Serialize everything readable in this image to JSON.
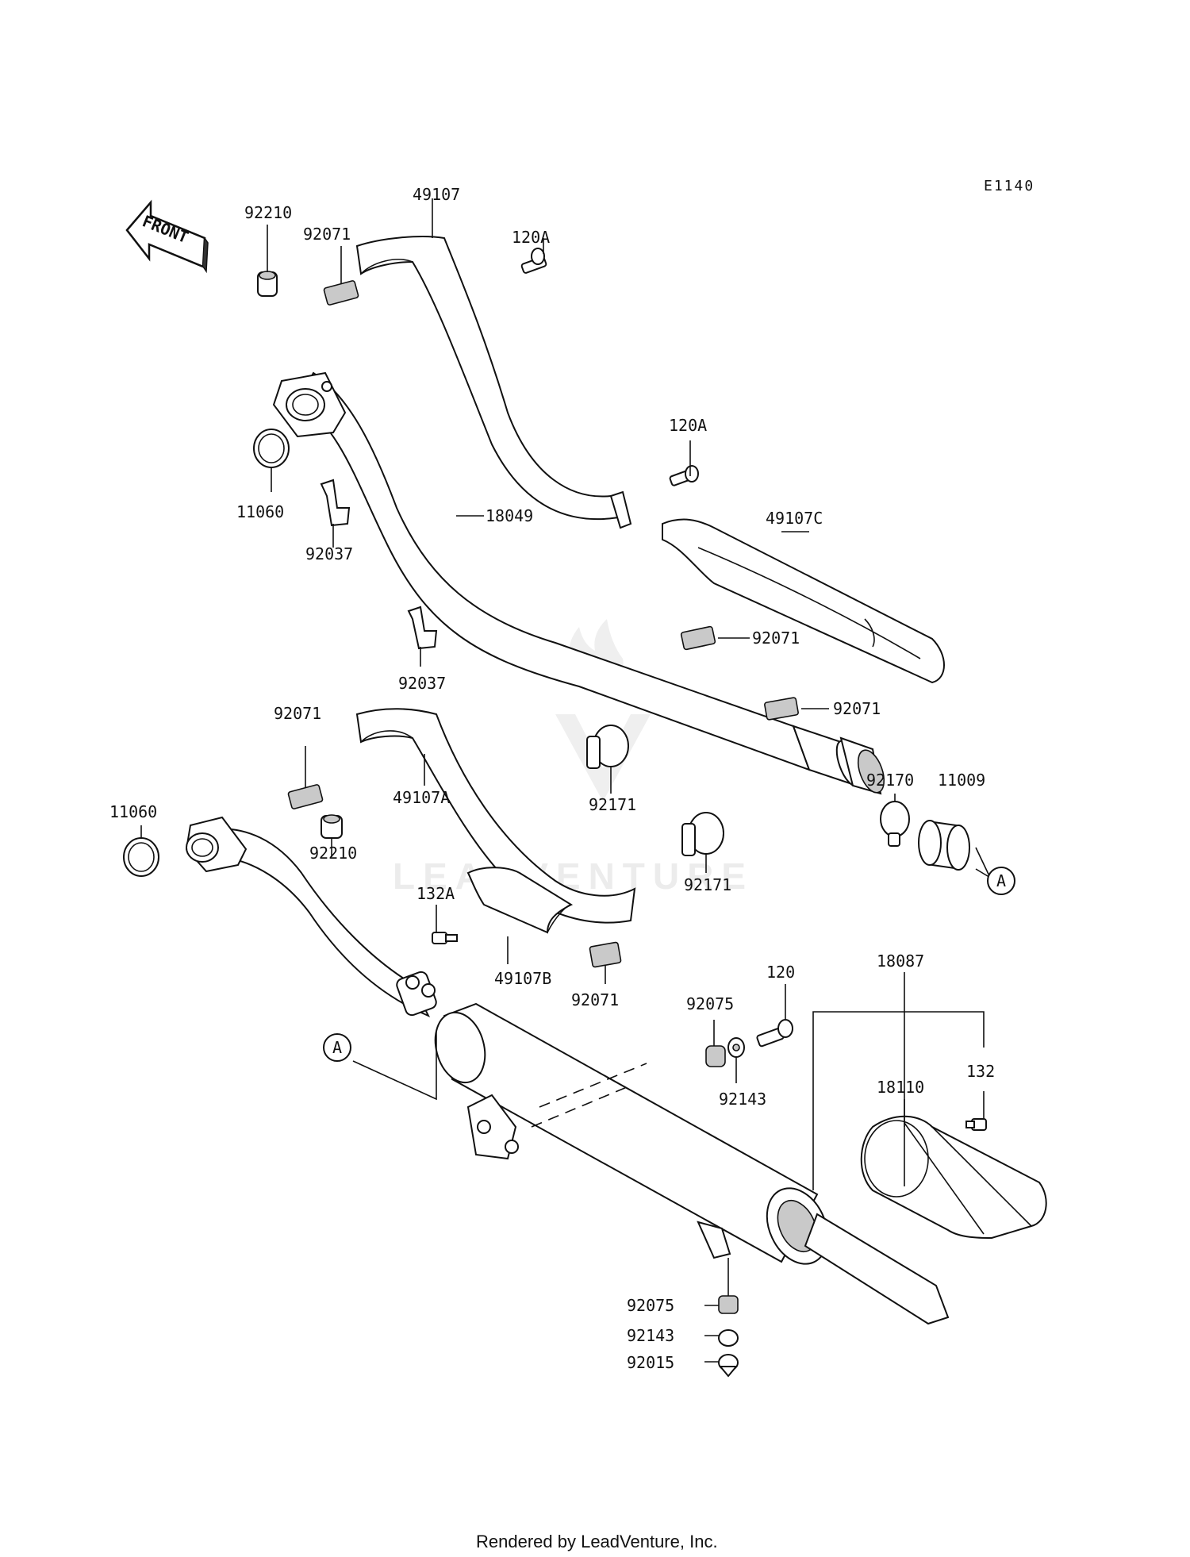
{
  "diagram": {
    "reference_code": "E1140",
    "front_label": "FRONT",
    "footer": "Rendered by LeadVenture, Inc.",
    "watermark": "LEADVENTURE",
    "callout_marker": "A",
    "parts": {
      "p92210_top": "92210",
      "p92071_top": "92071",
      "p49107": "49107",
      "p120A_top": "120A",
      "p11060_top": "11060",
      "p92037_top": "92037",
      "p18049": "18049",
      "p120A_mid": "120A",
      "p49107C": "49107C",
      "p92037_mid": "92037",
      "p92071_mid": "92071",
      "p92071_right": "92071",
      "p92071_left": "92071",
      "p49107A": "49107A",
      "p11060_left": "11060",
      "p92210_left": "92210",
      "p92171_a": "92171",
      "p92171_b": "92171",
      "p92170": "92170",
      "p11009": "11009",
      "p132A": "132A",
      "p49107B": "49107B",
      "p92071_low": "92071",
      "p120": "120",
      "p92075_top": "92075",
      "p92143_top": "92143",
      "p18087": "18087",
      "p18110": "18110",
      "p132": "132",
      "p92075_bot": "92075",
      "p92143_bot": "92143",
      "p92015": "92015"
    }
  }
}
